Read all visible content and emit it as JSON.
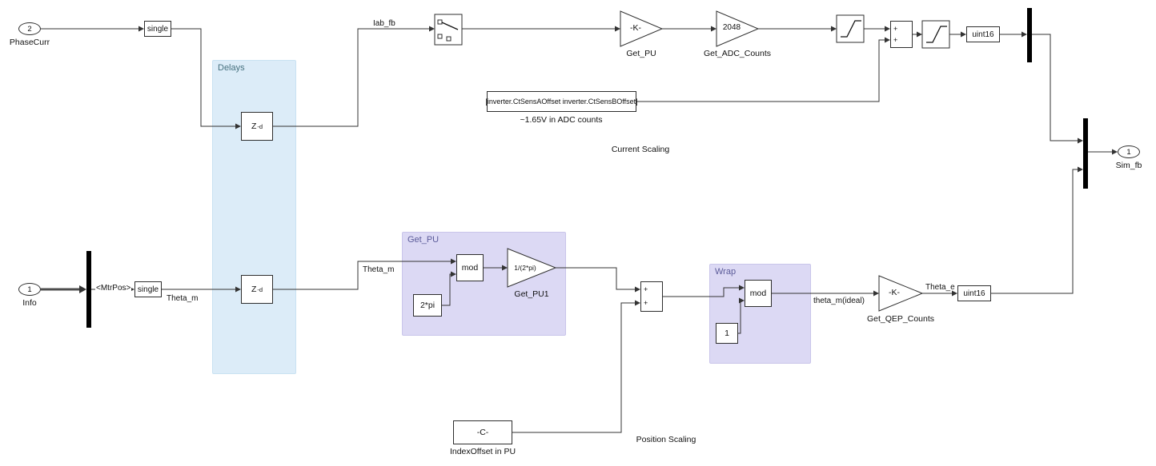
{
  "diagram": {
    "ports": {
      "phasecurr": {
        "number": "2",
        "label": "PhaseCurr"
      },
      "info": {
        "number": "1",
        "label": "Info"
      },
      "sim_fb": {
        "number": "1",
        "label": "Sim_fb"
      }
    },
    "areas": {
      "delays": {
        "label": "Delays",
        "color": "#dcecf8"
      },
      "get_pu": {
        "label": "Get_PU",
        "color": "#dcd9f4"
      },
      "wrap": {
        "label": "Wrap",
        "color": "#dcd9f4"
      }
    },
    "blocks": {
      "single_top": {
        "text": "single"
      },
      "single_bottom": {
        "text": "single"
      },
      "delay_top": {
        "base": "Z",
        "exp": "-d"
      },
      "delay_bottom": {
        "base": "Z",
        "exp": "-d"
      },
      "gain_get_pu": {
        "text": "-K-",
        "label": "Get_PU"
      },
      "gain_adc_counts": {
        "text": "2048",
        "label": "Get_ADC_Counts"
      },
      "gain_get_pu1": {
        "text": "1/(2*pi)",
        "label": "Get_PU1"
      },
      "gain_get_qep_counts": {
        "text": "-K-",
        "label": "Get_QEP_Counts"
      },
      "uint16_top": {
        "text": "uint16"
      },
      "uint16_bottom": {
        "text": "uint16"
      },
      "offset_constant": {
        "text": "[inverter.CtSensAOffset inverter.CtSensBOffset]",
        "label": "~1.65V in ADC counts"
      },
      "mod_get_pu": {
        "text": "mod"
      },
      "mod_wrap": {
        "text": "mod"
      },
      "const_2pi": {
        "text": "2*pi"
      },
      "const_one": {
        "text": "1"
      },
      "const_index_offset": {
        "text": "-C-",
        "label": "IndexOffset in PU"
      },
      "sum_plus": "+"
    },
    "signals": {
      "iab_fb": "Iab_fb",
      "mtrpos": "<MtrPos>",
      "theta_m_in": "Theta_m",
      "theta_m_out": "Theta_m",
      "theta_m_ideal": "theta_m(ideal)",
      "theta_e": "Theta_e"
    },
    "annotations": {
      "current_scaling": "Current Scaling",
      "position_scaling": "Position Scaling"
    },
    "icons": [
      "saturation-icon",
      "manual-switch-icon",
      "mux-icon",
      "bus-selector-icon",
      "arrowhead-icon",
      "gain-triangle-icon"
    ],
    "colors": {
      "wire": "#333333",
      "block_border": "#2e2e2e",
      "mux": "#000000"
    }
  }
}
